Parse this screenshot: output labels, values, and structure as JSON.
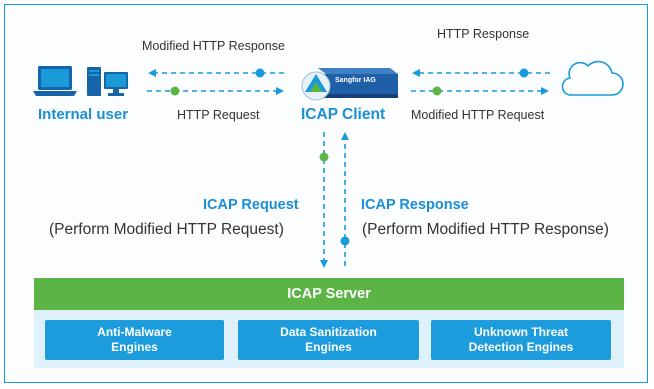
{
  "diagram": {
    "top_left_label": "Modified HTTP Response",
    "top_right_label": "HTTP Response",
    "bottom_left_label": "HTTP Request",
    "bottom_right_label": "Modified HTTP Request",
    "internal_user_label": "Internal user",
    "icap_client_label": "ICAP Client",
    "device_label": "Sangfor IAG",
    "icap_request_title": "ICAP Request",
    "icap_request_sub": "(Perform Modified HTTP Request)",
    "icap_response_title": "ICAP Response",
    "icap_response_sub": "(Perform Modified HTTP Response)"
  },
  "server": {
    "title": "ICAP Server",
    "engines": [
      {
        "label": "Anti-Malware\nEngines"
      },
      {
        "label": "Data Sanitization\nEngines"
      },
      {
        "label": "Unknown Threat\nDetection Engines"
      }
    ]
  },
  "colors": {
    "blue": "#1a9ad8",
    "green": "#5db446",
    "dark_blue": "#1565a8"
  },
  "icons": [
    "laptop-icon",
    "desktop-pc-icon",
    "iag-device-icon",
    "cloud-icon"
  ]
}
